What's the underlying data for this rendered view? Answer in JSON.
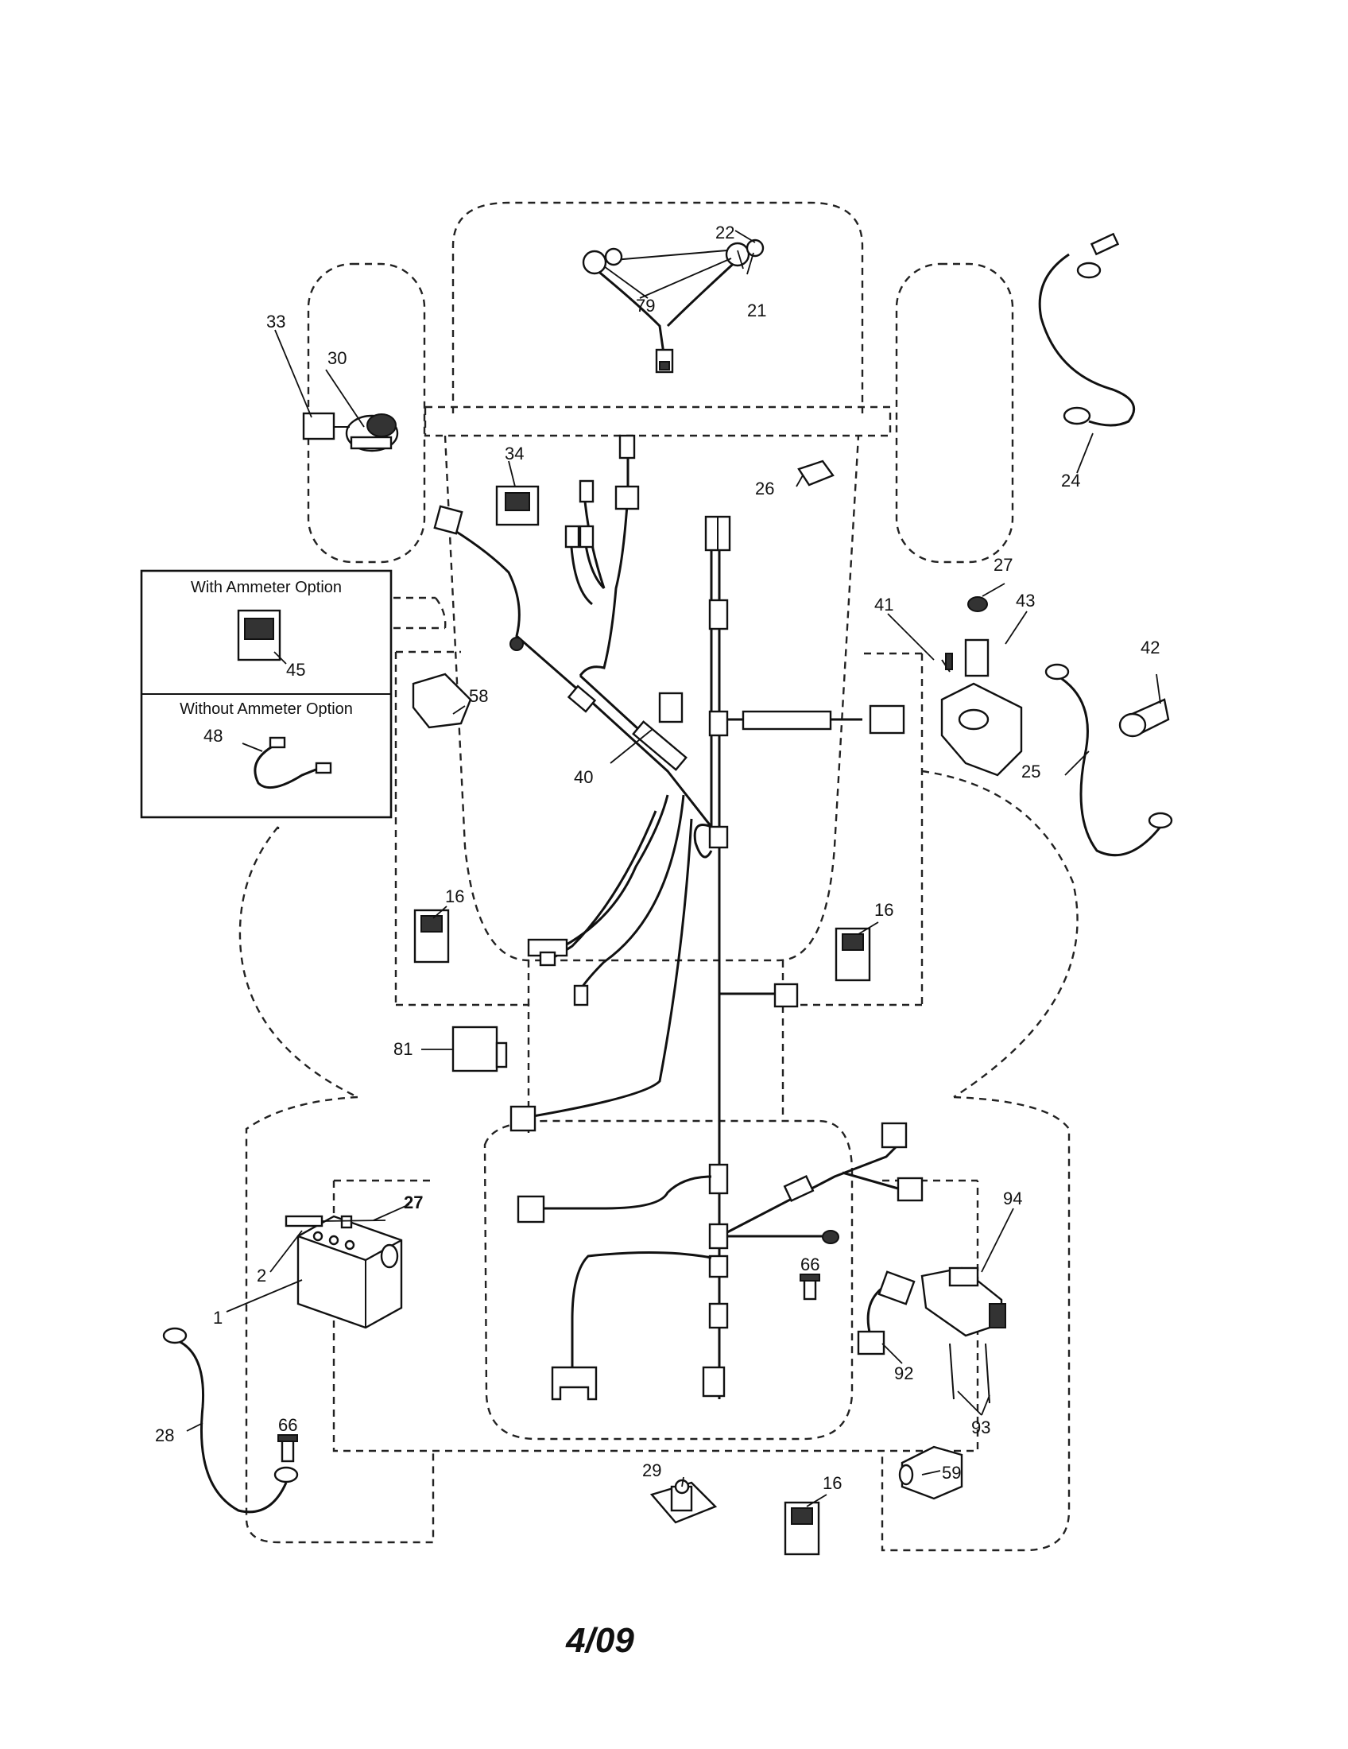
{
  "callouts": {
    "c1": "1",
    "c2": "2",
    "c16a": "16",
    "c16b": "16",
    "c16c": "16",
    "c21": "21",
    "c22": "22",
    "c24": "24",
    "c25": "25",
    "c26": "26",
    "c27a": "27",
    "c27b": "27",
    "c28": "28",
    "c29": "29",
    "c30": "30",
    "c33": "33",
    "c34": "34",
    "c40": "40",
    "c41": "41",
    "c42": "42",
    "c43": "43",
    "c45": "45",
    "c48": "48",
    "c58": "58",
    "c59": "59",
    "c66a": "66",
    "c66b": "66",
    "c79": "79",
    "c81": "81",
    "c92": "92",
    "c93": "93",
    "c94": "94"
  },
  "option_box": {
    "with_title": "With Ammeter Option",
    "without_title": "Without Ammeter Option"
  },
  "date_code": "4/09"
}
